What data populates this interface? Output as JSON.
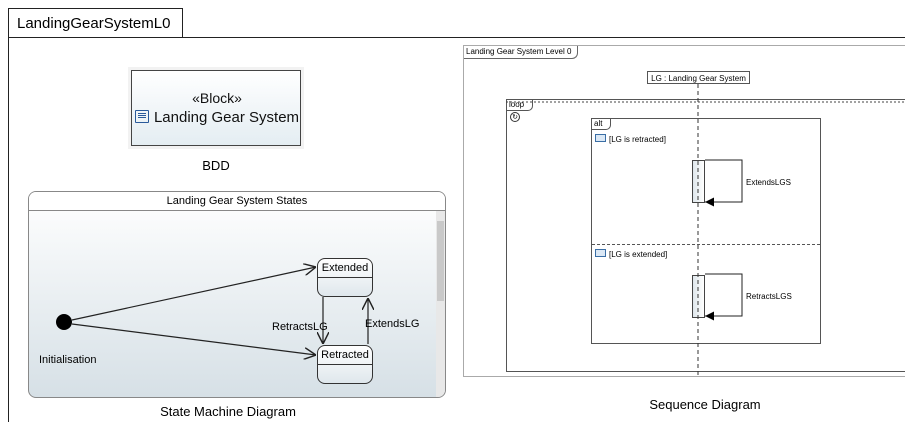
{
  "frame": {
    "title": "LandingGearSystemL0"
  },
  "bdd": {
    "stereotype": "«Block»",
    "block_name": "Landing Gear System",
    "caption": "BDD"
  },
  "state_machine": {
    "title": "Landing Gear System States",
    "initial_label": "Initialisation",
    "states": [
      "Extended",
      "Retracted"
    ],
    "transitions": [
      "RetractsLG",
      "ExtendsLG"
    ],
    "caption": "State Machine Diagram"
  },
  "sequence": {
    "frame_label": "Landing Gear System Level 0",
    "lifeline": "LG : Landing Gear System",
    "loop_label": "loop",
    "alt_label": "alt",
    "guards": [
      "[LG is retracted]",
      "[LG is extended]"
    ],
    "messages": [
      "ExtendsLGS",
      "RetractsLGS"
    ],
    "caption": "Sequence Diagram"
  }
}
